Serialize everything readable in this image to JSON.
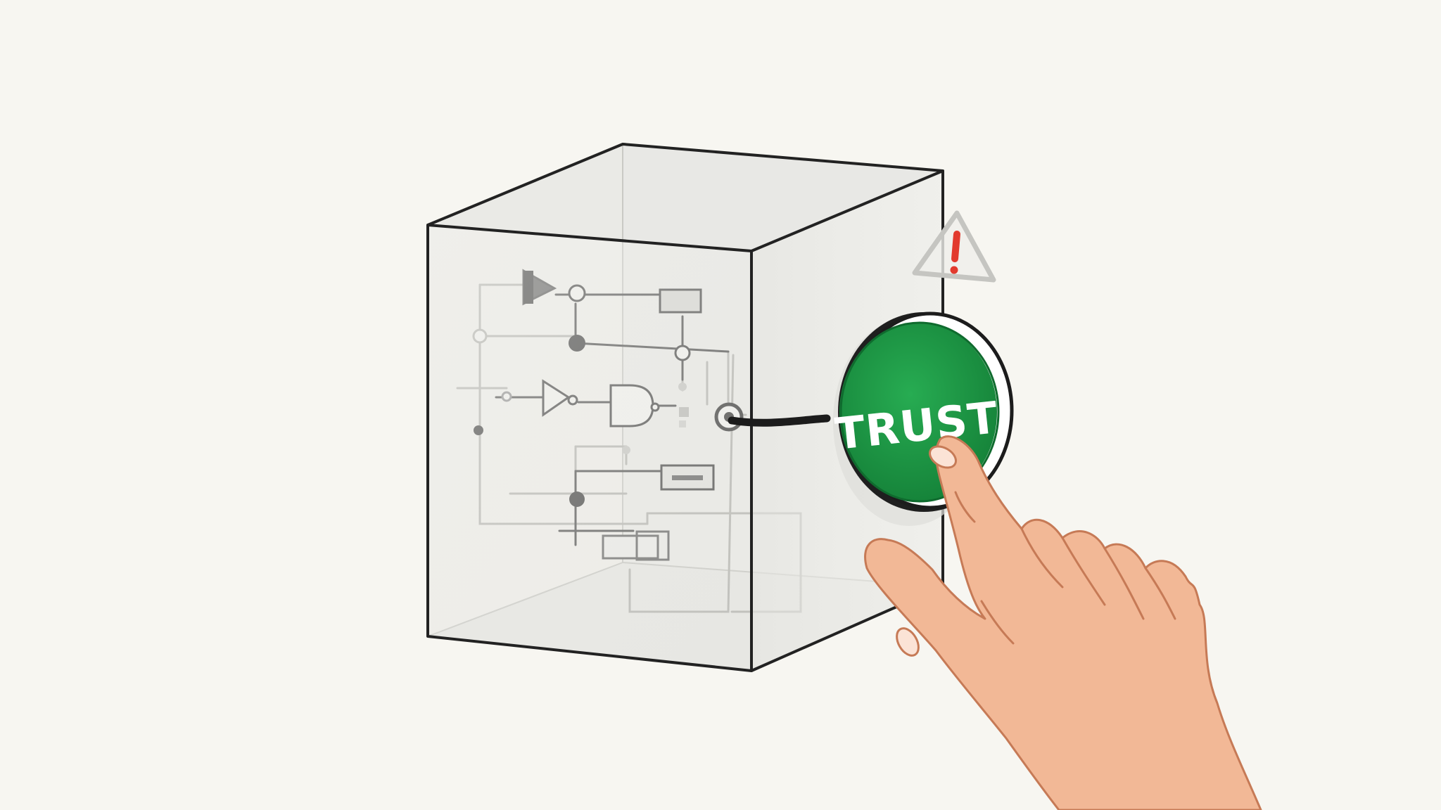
{
  "trust_button": {
    "label": "TRUST",
    "color": "#1f9a45",
    "ring_color": "#ffffff",
    "outline_color": "#1c1c1c"
  },
  "warning_sign": {
    "icon": "warning-triangle-icon",
    "symbol": "!",
    "symbol_color": "#e23a2e"
  },
  "box": {
    "icon": "transparent-cube",
    "contents": "circuit-diagram",
    "edge_color": "#222222"
  },
  "hand": {
    "icon": "pointing-hand-icon",
    "skin_color": "#f2b896"
  },
  "colors": {
    "background": "#f7f6f1"
  }
}
